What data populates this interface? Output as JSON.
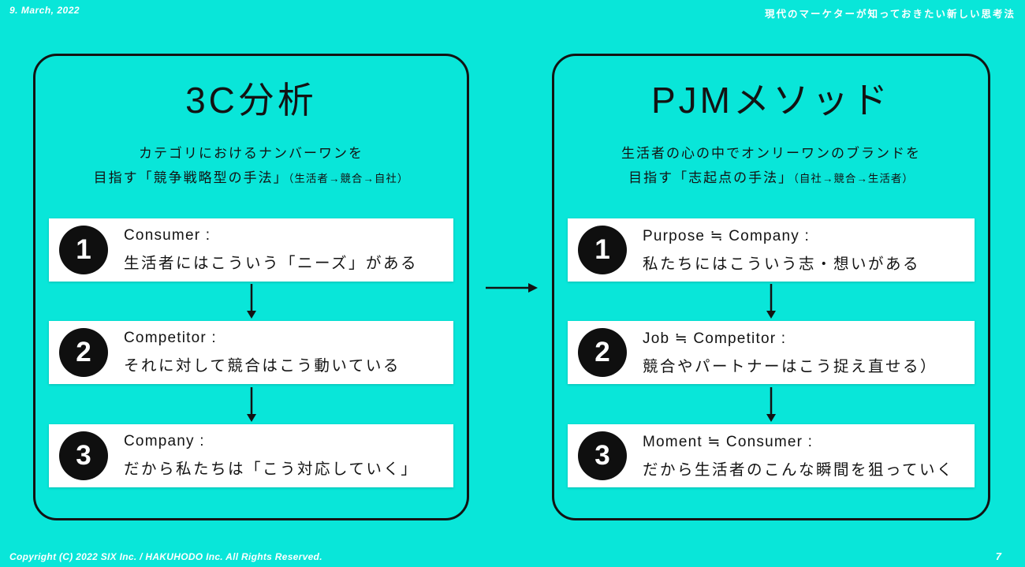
{
  "page": {
    "bg_color": "#09e6d9",
    "text_color": "#131313",
    "header": {
      "date": "9. March, 2022",
      "deck_title": "現代のマーケターが知っておきたい新しい思考法"
    },
    "footer": {
      "copyright": "Copyright (C) 2022 SIX Inc. / HAKUHODO Inc. All Rights Reserved.",
      "page_number": "7"
    }
  },
  "panels": [
    {
      "title": "3C分析",
      "subtitle_line1": "カテゴリにおけるナンバーワンを",
      "subtitle_line2": "目指す「競争戦略型の手法」",
      "subtitle_note": "（生活者→競合→自社）",
      "items": [
        {
          "number": "1",
          "label": "Consumer :",
          "text": "生活者にはこういう「ニーズ」がある"
        },
        {
          "number": "2",
          "label": "Competitor :",
          "text": "それに対して競合はこう動いている"
        },
        {
          "number": "3",
          "label": "Company :",
          "text": "だから私たちは「こう対応していく」"
        }
      ]
    },
    {
      "title": "PJMメソッド",
      "subtitle_line1": "生活者の心の中でオンリーワンのブランドを",
      "subtitle_line2": "目指す「志起点の手法」",
      "subtitle_note": "（自社→競合→生活者）",
      "items": [
        {
          "number": "1",
          "label": "Purpose ≒ Company :",
          "text": "私たちにはこういう志・想いがある"
        },
        {
          "number": "2",
          "label": "Job ≒ Competitor :",
          "text": "競合やパートナーはこう捉え直せる）"
        },
        {
          "number": "3",
          "label": "Moment ≒ Consumer :",
          "text": "だから生活者のこんな瞬間を狙っていく"
        }
      ]
    }
  ]
}
